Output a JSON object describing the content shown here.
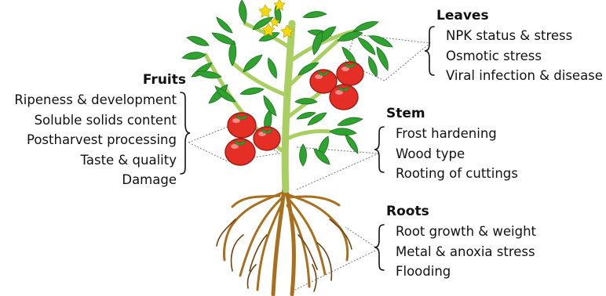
{
  "colors": {
    "leaf": "#2fa22f",
    "leaf_dark": "#1d6e1f",
    "stem": "#a9cf63",
    "stem_dark": "#6f9a38",
    "fruit": "#e52f26",
    "fruit_dark": "#9e1b12",
    "flower": "#f5d90c",
    "root": "#a8701e",
    "root_dark": "#6b4210"
  },
  "organs": {
    "leaves": {
      "title": "Leaves",
      "items": [
        "NPK status & stress",
        "Osmotic stress",
        "Viral infection & disease"
      ]
    },
    "fruits": {
      "title": "Fruits",
      "items": [
        "Ripeness & development",
        "Soluble solids content",
        "Postharvest processing",
        "Taste & quality",
        "Damage"
      ]
    },
    "stem": {
      "title": "Stem",
      "items": [
        "Frost hardening",
        "Wood type",
        "Rooting of cuttings"
      ]
    },
    "roots": {
      "title": "Roots",
      "items": [
        "Root growth & weight",
        "Metal & anoxia stress",
        "Flooding"
      ]
    }
  }
}
